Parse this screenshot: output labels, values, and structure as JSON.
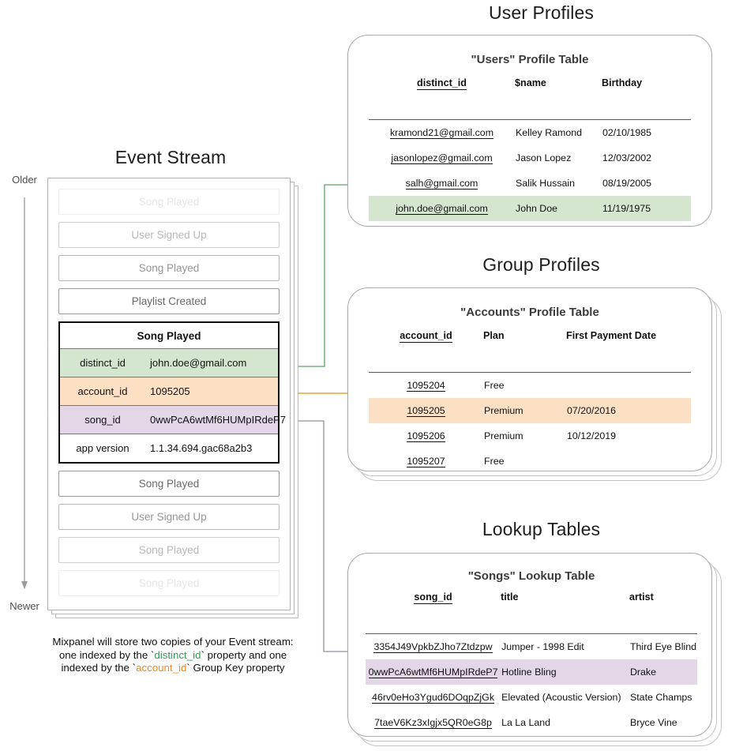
{
  "sections": {
    "user_profiles": "User Profiles",
    "group_profiles": "Group Profiles",
    "lookup_tables": "Lookup Tables",
    "event_stream": "Event Stream"
  },
  "timeline": {
    "older": "Older",
    "newer": "Newer"
  },
  "event_stream": {
    "events_before": [
      {
        "label": "Song Played",
        "fade": "f-15"
      },
      {
        "label": "User Signed Up",
        "fade": "f-40"
      },
      {
        "label": "Song Played",
        "fade": "f-60"
      },
      {
        "label": "Playlist Created",
        "fade": "f-85"
      }
    ],
    "selected_event": {
      "name": "Song Played",
      "properties": [
        {
          "key": "distinct_id",
          "value": "john.doe@gmail.com",
          "highlight": "green"
        },
        {
          "key": "account_id",
          "value": "1095205",
          "highlight": "orange"
        },
        {
          "key": "song_id",
          "value": "0wwPcA6wtMf6HUMpIRdeP7",
          "highlight": "purple"
        },
        {
          "key": "app version",
          "value": "1.1.34.694.gac68a2b3",
          "highlight": "plain"
        }
      ]
    },
    "events_after": [
      {
        "label": "Song Played",
        "fade": "f-85"
      },
      {
        "label": "User Signed Up",
        "fade": "f-60"
      },
      {
        "label": "Song Played",
        "fade": "f-40"
      },
      {
        "label": "Song Played",
        "fade": "f-15"
      }
    ]
  },
  "caption": {
    "line1": "Mixpanel will store two copies of your Event stream:",
    "line2_pre": "one indexed by the `",
    "line2_token": "distinct_id",
    "line2_post": "` property and one",
    "line3_pre": "indexed by the `",
    "line3_token": "account_id",
    "line3_post": "` Group Key property"
  },
  "users_table": {
    "title": "\"Users\" Profile Table",
    "columns": [
      "distinct_id",
      "$name",
      "Birthday"
    ],
    "rows": [
      {
        "cells": [
          "kramond21@gmail.com",
          "Kelley Ramond",
          "02/10/1985"
        ],
        "highlight": ""
      },
      {
        "cells": [
          "jasonlopez@gmail.com",
          "Jason Lopez",
          "12/03/2002"
        ],
        "highlight": ""
      },
      {
        "cells": [
          "salh@gmail.com",
          "Salik Hussain",
          "08/19/2005"
        ],
        "highlight": ""
      },
      {
        "cells": [
          "john.doe@gmail.com",
          "John Doe",
          "11/19/1975"
        ],
        "highlight": "hl-green"
      }
    ]
  },
  "accounts_table": {
    "title": "\"Accounts\" Profile Table",
    "columns": [
      "account_id",
      "Plan",
      "First Payment Date"
    ],
    "rows": [
      {
        "cells": [
          "1095204",
          "Free",
          ""
        ],
        "highlight": ""
      },
      {
        "cells": [
          "1095205",
          "Premium",
          "07/20/2016"
        ],
        "highlight": "hl-orange"
      },
      {
        "cells": [
          "1095206",
          "Premium",
          "10/12/2019"
        ],
        "highlight": ""
      },
      {
        "cells": [
          "1095207",
          "Free",
          ""
        ],
        "highlight": ""
      }
    ]
  },
  "songs_table": {
    "title": "\"Songs\" Lookup Table",
    "columns": [
      "song_id",
      "title",
      "artist"
    ],
    "rows": [
      {
        "cells": [
          "3354J49VpkbZJho7Ztdzpw",
          "Jumper - 1998 Edit",
          "Third Eye Blind"
        ],
        "highlight": ""
      },
      {
        "cells": [
          "0wwPcA6wtMf6HUMpIRdeP7",
          "Hotline Bling",
          "Drake"
        ],
        "highlight": "hl-purple"
      },
      {
        "cells": [
          "46rv0eHo3Ygud6DOqpZjGk",
          "Elevated (Acoustic Version)",
          "State Champs"
        ],
        "highlight": ""
      },
      {
        "cells": [
          "7taeV6Kz3xIgjx5QR0eG8p",
          "La La Land",
          "Bryce Vine"
        ],
        "highlight": ""
      }
    ]
  },
  "colors": {
    "green": "#d4e6d0",
    "orange": "#fbe0c4",
    "purple": "#e2d6e7",
    "wire_green": "#5aa469",
    "wire_orange": "#eaa33c",
    "wire_purple": "#9b8aa6",
    "timeline_arrow": "#9a9a9a"
  }
}
